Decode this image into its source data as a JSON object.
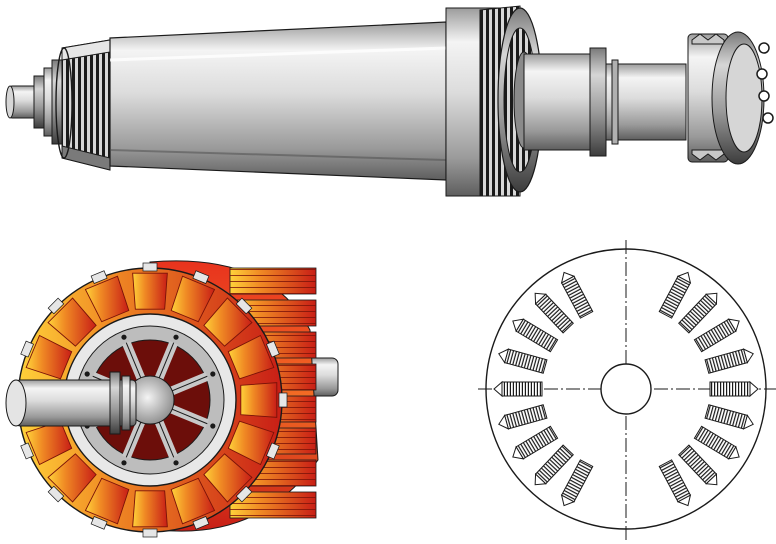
{
  "figure": {
    "panels": [
      {
        "name": "turbo-generator-rotor-shaft"
      },
      {
        "name": "salient-pole-rotor"
      },
      {
        "name": "rotor-cross-section"
      }
    ],
    "colors": {
      "metal_light": "#f2f2f2",
      "metal_mid": "#c8c8c8",
      "metal_dark": "#6e6e6e",
      "winding_red": "#d9261c",
      "winding_orange": "#f08a24",
      "winding_yellow": "#ffd23a",
      "line": "#1a1a1a"
    },
    "cross_section": {
      "slots_per_arc": 9,
      "arcs": 2
    }
  }
}
